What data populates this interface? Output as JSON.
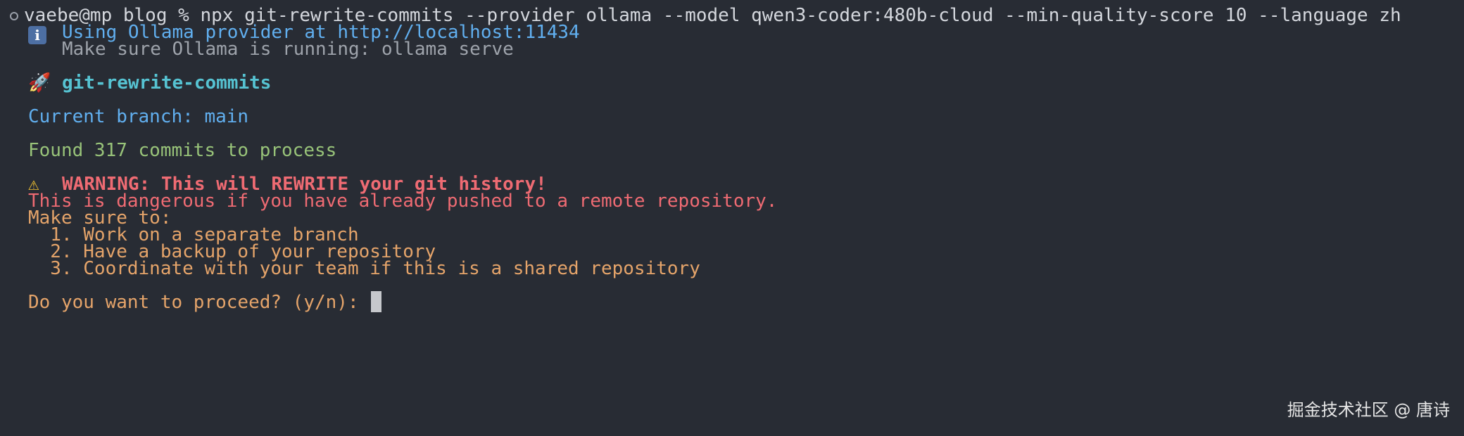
{
  "terminal": {
    "prompt_text": "vaebe@mp blog % npx git-rewrite-commits --provider ollama --model qwen3-coder:480b-cloud --min-quality-score 10 --language zh",
    "info_icon": "information-icon",
    "info_icon_glyph": "i",
    "provider_line": "Using Ollama provider at http://localhost:11434",
    "hint_line": "Make sure Ollama is running: ollama serve",
    "rocket_icon": "rocket-icon",
    "rocket_glyph": "🚀",
    "title": "git-rewrite-commits",
    "branch_line": "Current branch: main",
    "found_line": "Found 317 commits to process",
    "warning_icon": "warning-icon",
    "warning_glyph": "⚠",
    "warning_line": "WARNING: This will REWRITE your git history!",
    "danger_line": "This is dangerous if you have already pushed to a remote repository.",
    "make_sure_line": "Make sure to:",
    "steps": [
      "  1. Work on a separate branch",
      "  2. Have a backup of your repository",
      "  3. Coordinate with your team if this is a shared repository"
    ],
    "confirm_prompt": "Do you want to proceed? (y/n): "
  },
  "watermark": "掘金技术社区 @ 唐诗",
  "colors": {
    "background": "#282c34",
    "blue": "#61afef",
    "cyan": "#56c3d2",
    "green": "#98c379",
    "red": "#ef6b73",
    "orange": "#e5a46a"
  }
}
